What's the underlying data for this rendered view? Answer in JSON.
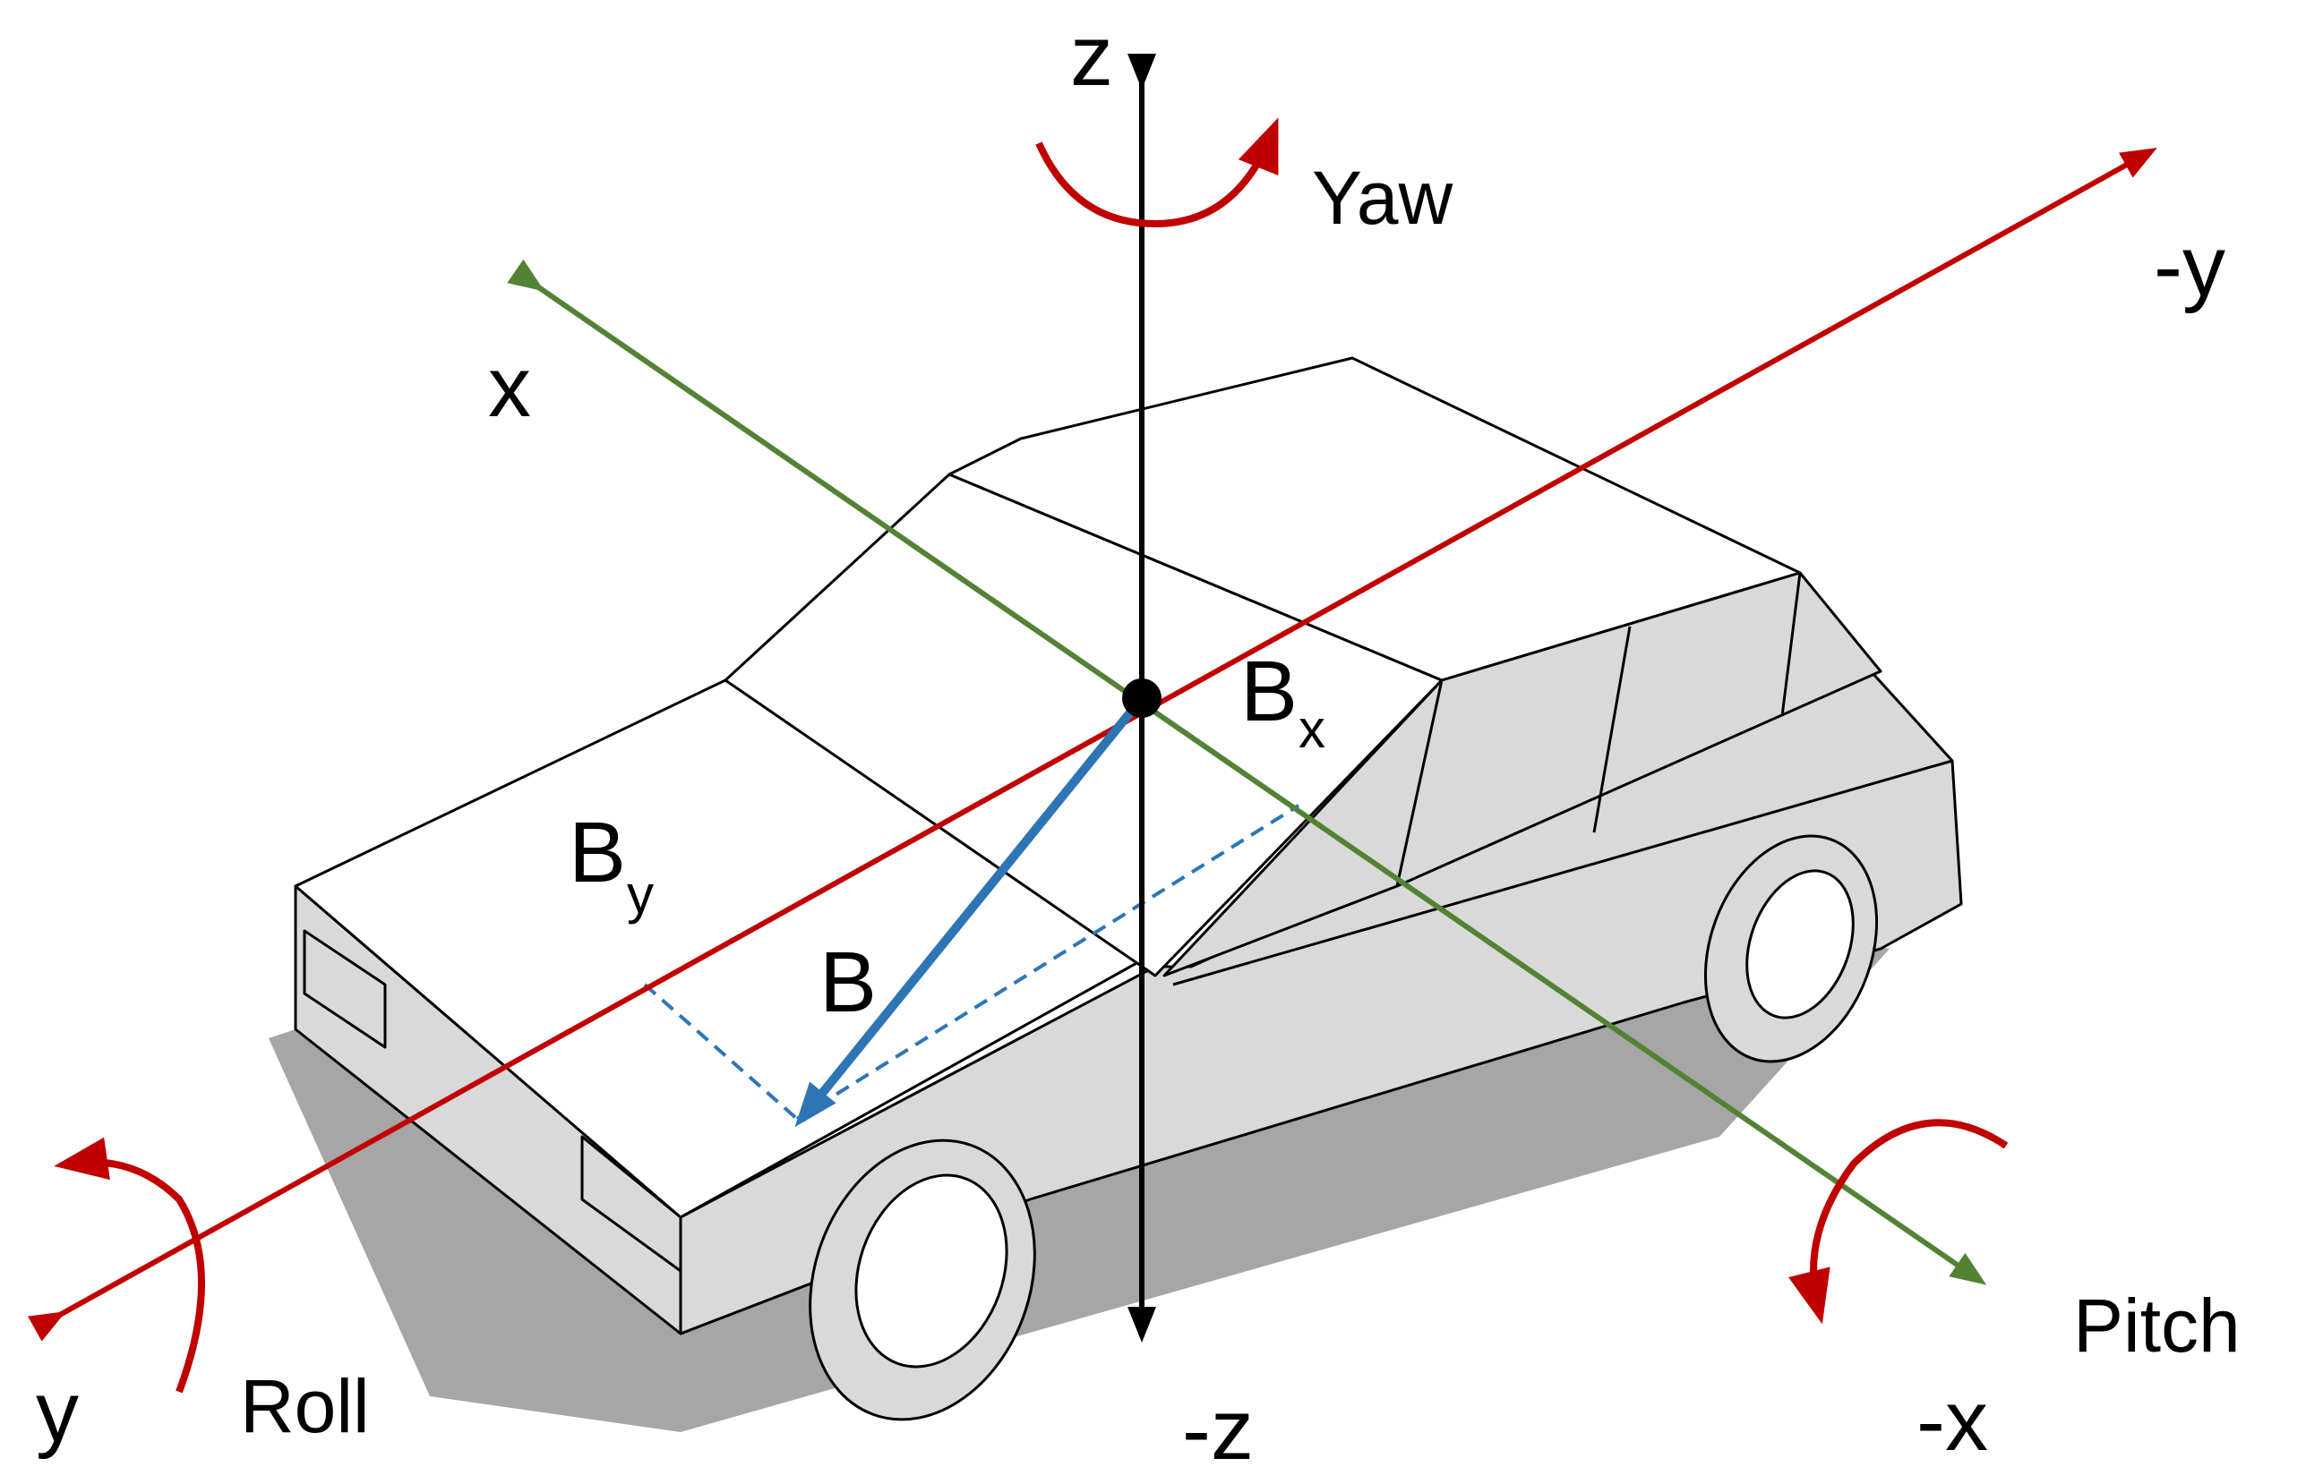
{
  "labels": {
    "z": "z",
    "neg_z": "-z",
    "x": "x",
    "neg_x": "-x",
    "y": "y",
    "neg_y": "-y",
    "yaw": "Yaw",
    "roll": "Roll",
    "pitch": "Pitch",
    "vector": "B",
    "bx_base": "B",
    "bx_sub": "x",
    "by_base": "B",
    "by_sub": "y"
  },
  "colors": {
    "z_axis": "#000000",
    "y_axis": "#c00000",
    "x_axis": "#548235",
    "rotation_arrows": "#c00000",
    "vector_b": "#2e75b6",
    "car_body": "#d9d9d9",
    "car_outline": "#000000",
    "shadow": "#a6a6a6"
  }
}
